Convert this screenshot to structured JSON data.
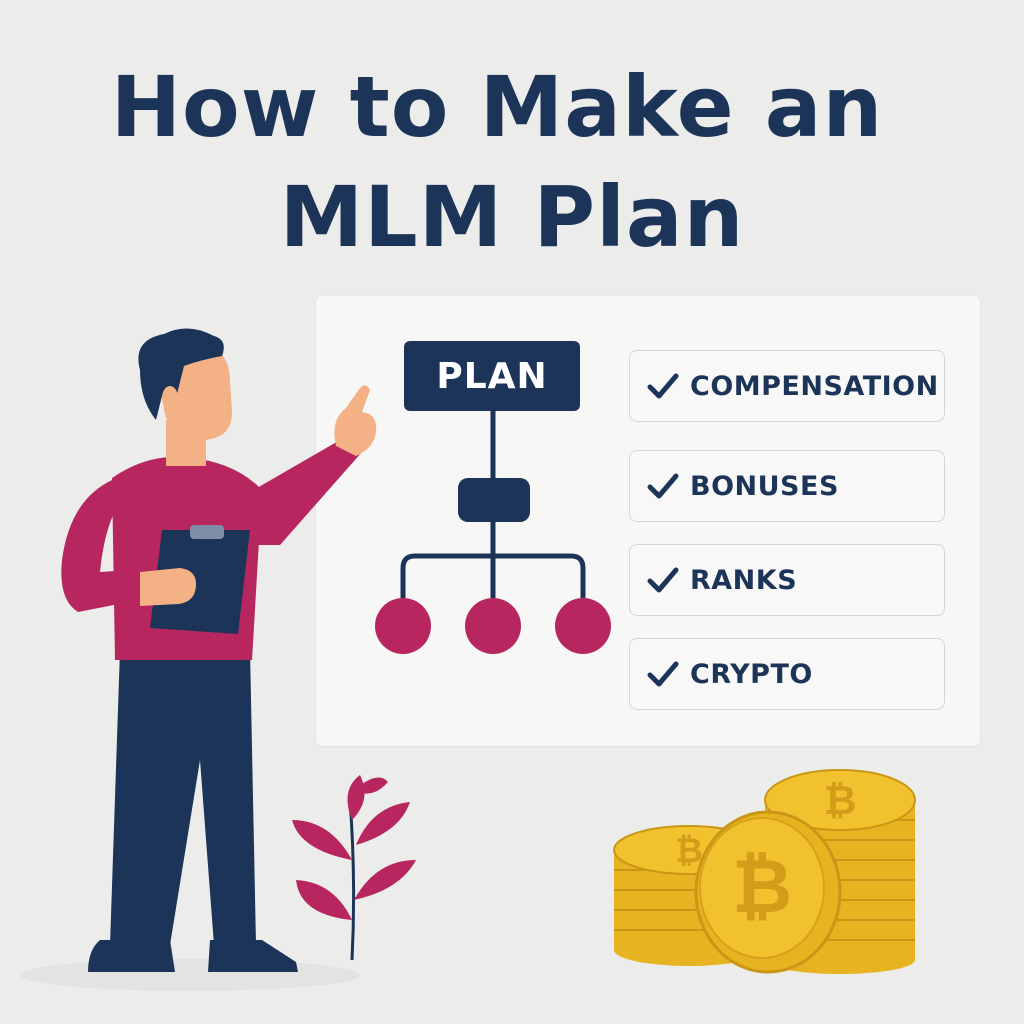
{
  "title": {
    "line1": "How to Make an",
    "line2": "MLM Plan"
  },
  "plan": {
    "label": "PLAN"
  },
  "checklist": [
    {
      "label": "COMPENSATION",
      "icon": "check-icon"
    },
    {
      "label": "BONUSES",
      "icon": "check-icon"
    },
    {
      "label": "RANKS",
      "icon": "check-icon"
    },
    {
      "label": "CRYPTO",
      "icon": "check-icon"
    }
  ],
  "colors": {
    "navy": "#1d3459",
    "magenta": "#b8265f",
    "coin_gold": "#f2c12e",
    "background": "#ececeb"
  }
}
